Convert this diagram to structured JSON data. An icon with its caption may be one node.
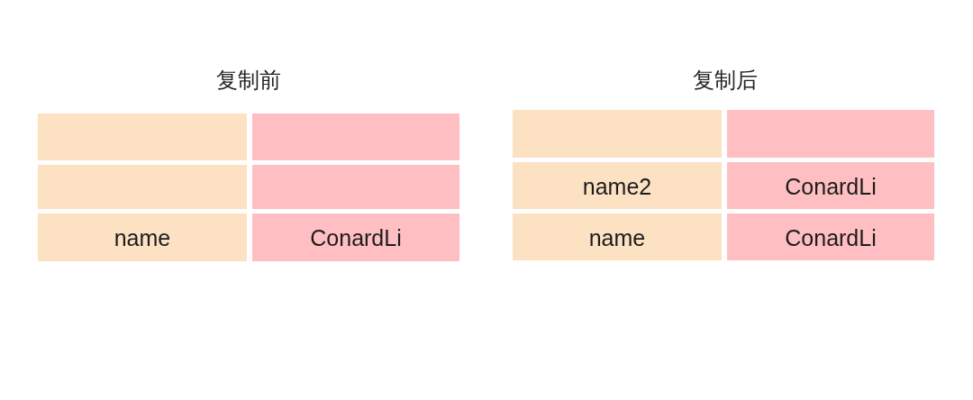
{
  "diagram": {
    "nodes": [
      {
        "text": [],
        "shape": "box"
      },
      {
        "text": [],
        "shape": "box"
      },
      {
        "text": [],
        "shape": "box"
      },
      {
        "text": [],
        "shape": "box"
      },
      {
        "text": [
          "name"
        ]
      },
      {
        "text": [
          "ConardLi"
        ]
      },
      {
        "text": [],
        "shape": "box"
      },
      {
        "text": [],
        "shape": "box"
      },
      {
        "text": [
          "name2"
        ]
      },
      {
        "text": [
          "ConardLi"
        ]
      },
      {
        "text": [
          "name"
        ]
      },
      {
        "text": [
          "ConardLi"
        ]
      }
    ],
    "labels": [
      "复制前",
      "复制后"
    ]
  }
}
